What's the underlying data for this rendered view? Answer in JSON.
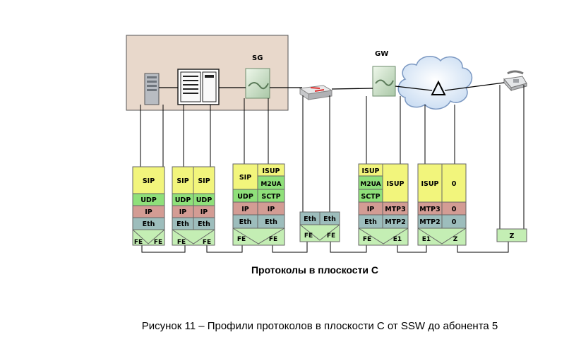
{
  "nodes": {
    "sg_label": "SG",
    "gw_label": "GW"
  },
  "stacks": {
    "s1": [
      "SIP",
      "UDP",
      "IP",
      "Eth",
      "FE",
      "FE"
    ],
    "s2": [
      "SIP",
      "SIP",
      "UDP",
      "UDP",
      "IP",
      "IP",
      "Eth",
      "Eth",
      "FE",
      "FE"
    ],
    "s3": [
      "SIP",
      "ISUP",
      "M2UA",
      "UDP",
      "SCTP",
      "IP",
      "IP",
      "Eth",
      "Eth",
      "FE",
      "FE"
    ],
    "s4": [
      "Eth",
      "Eth",
      "FE",
      "FE"
    ],
    "s5": [
      "ISUP",
      "M2UA",
      "SCTP",
      "ISUP",
      "IP",
      "MTP3",
      "Eth",
      "MTP2",
      "FE",
      "E1"
    ],
    "s6": [
      "ISUP",
      "0",
      "MTP3",
      "0",
      "MTP2",
      "0",
      "E1",
      "Z"
    ],
    "s7": [
      "Z"
    ]
  },
  "diagram_title": "Протоколы в плоскости С",
  "caption": "Рисунок 11 – Профили протоколов в плоскости С от SSW до абонента 5",
  "colors": {
    "yellow": "#f2f57c",
    "green": "#8fe07a",
    "pink": "#d39c94",
    "teal": "#9dbdbc",
    "lightgreen": "#c4eeb4",
    "beige": "#e8d8cb"
  }
}
